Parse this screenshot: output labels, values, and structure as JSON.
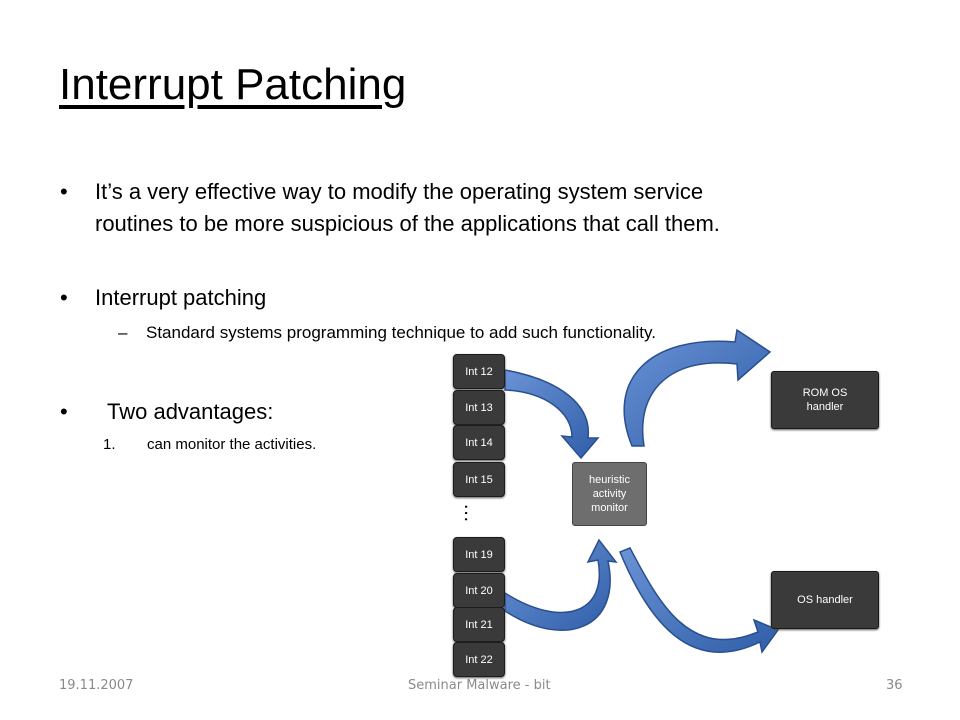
{
  "slide": {
    "title": "Interrupt Patching",
    "bullets": [
      {
        "text_line1": "It’s a very effective way to modify the operating system service",
        "text_line2": "routines to be more suspicious of the applications that call them."
      },
      {
        "text": "Interrupt patching"
      },
      {
        "text": "Two advantages:"
      }
    ],
    "sub_bullet": {
      "marker": "–",
      "text": "Standard systems programming technique to add such functionality."
    },
    "numbered_item": {
      "marker": "1.",
      "text": "can monitor the activities."
    }
  },
  "diagram": {
    "interrupts_top": [
      "Int 12",
      "Int 13",
      "Int 14",
      "Int 15"
    ],
    "ellipsis": "…",
    "interrupts_bottom": [
      "Int 19",
      "Int 20",
      "Int 21",
      "Int 22"
    ],
    "monitor_label": "heuristic activity monitor",
    "rom_handler_label": "ROM OS handler",
    "os_handler_label": "OS handler",
    "arrow_color": "#4472c4",
    "arrow_stroke": "#2a4f8f",
    "box_color": "#3a3a3a",
    "monitor_color": "#6e6e6e"
  },
  "footer": {
    "date": "19.11.2007",
    "center": "Seminar Malware - bit",
    "page": "36"
  }
}
